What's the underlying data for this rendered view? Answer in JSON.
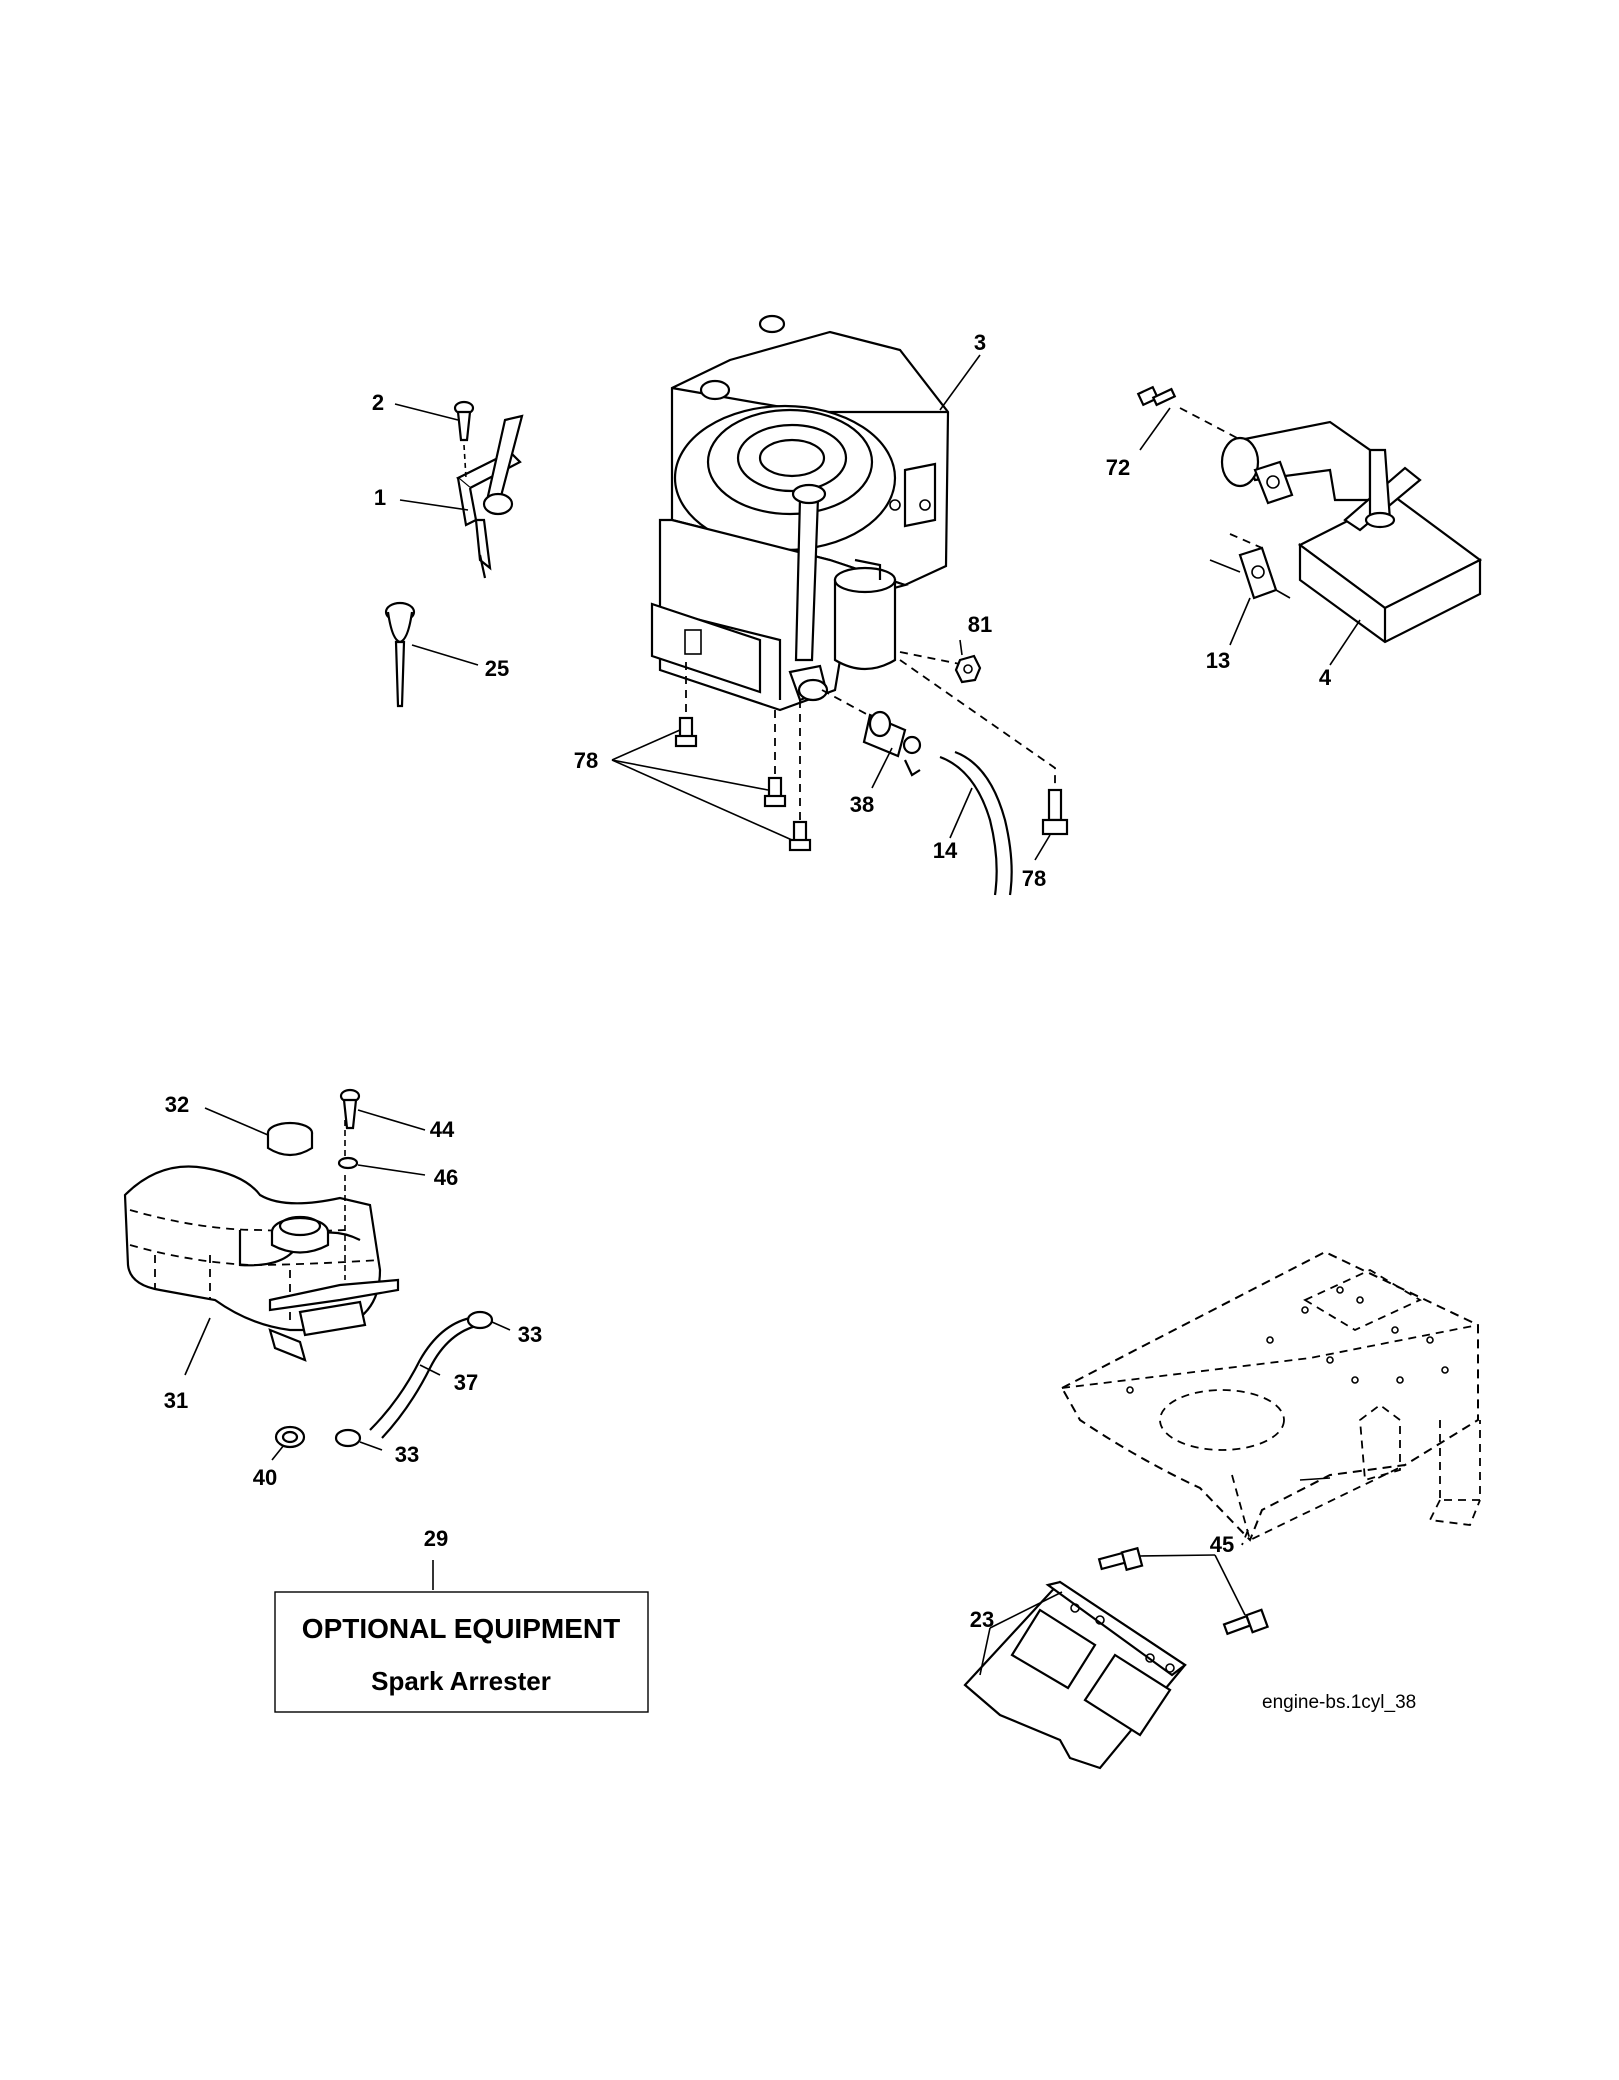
{
  "callouts": {
    "c1": "1",
    "c2": "2",
    "c3": "3",
    "c4": "4",
    "c13": "13",
    "c14": "14",
    "c23": "23",
    "c25": "25",
    "c29": "29",
    "c31": "31",
    "c32": "32",
    "c33a": "33",
    "c33b": "33",
    "c37": "37",
    "c38": "38",
    "c40": "40",
    "c44": "44",
    "c45": "45",
    "c46": "46",
    "c72": "72",
    "c78a": "78",
    "c78b": "78",
    "c81": "81"
  },
  "optional_box": {
    "title": "OPTIONAL EQUIPMENT",
    "subtitle": "Spark Arrester"
  },
  "reference": "engine-bs.1cyl_38"
}
